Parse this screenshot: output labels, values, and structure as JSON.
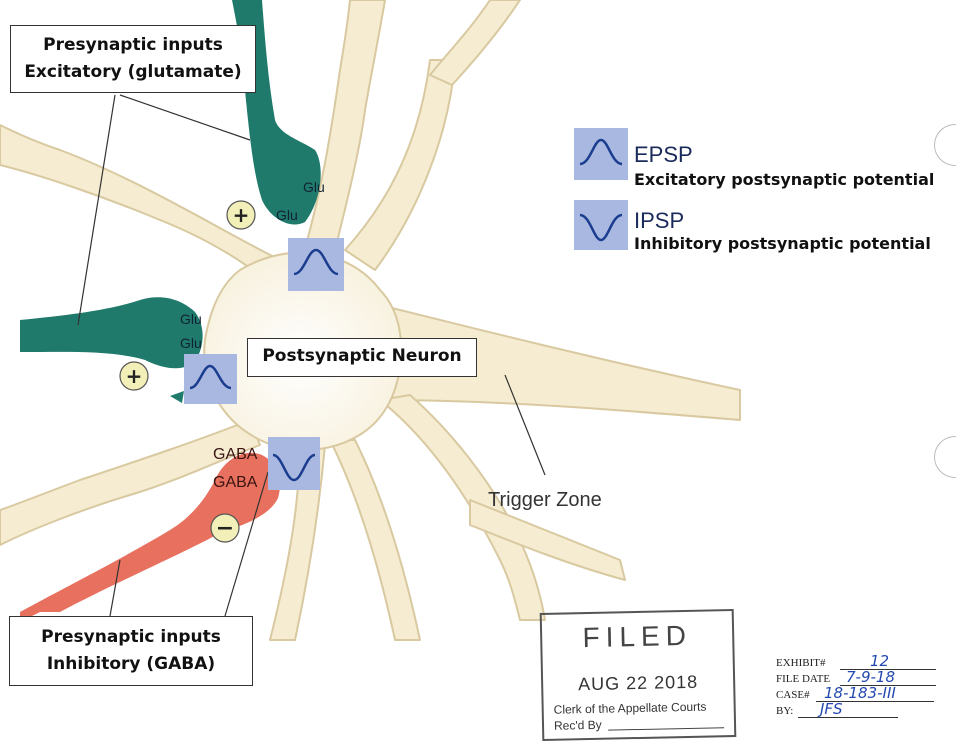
{
  "callouts": {
    "excitatory": {
      "line1": "Presynaptic inputs",
      "line2": "Excitatory (glutamate)"
    },
    "inhibitory": {
      "line1": "Presynaptic inputs",
      "line2": "Inhibitory (GABA)"
    },
    "neuron": "Postsynaptic Neuron"
  },
  "labels": {
    "glu_1": "Glu",
    "glu_2": "Glu",
    "glu_3": "Glu",
    "glu_4": "Glu",
    "gaba_1": "GABA",
    "gaba_2": "GABA",
    "trigger_zone": "Trigger Zone",
    "plus": "+",
    "minus": "−"
  },
  "legend": {
    "epsp": {
      "abbr": "EPSP",
      "description": "Excitatory postsynaptic potential"
    },
    "ipsp": {
      "abbr": "IPSP",
      "description": "Inhibitory postsynaptic potential"
    }
  },
  "stamp": {
    "filed": "FILED",
    "date": "AUG 22 2018",
    "clerk": "Clerk of the Appellate Courts",
    "recd": "Rec'd By"
  },
  "exhibit": {
    "exhibit_label": "EXHIBIT#",
    "exhibit_value": "12",
    "file_date_label": "FILE DATE",
    "file_date_value": "7-9-18",
    "case_label": "CASE#",
    "case_value": "18-183-III",
    "by_label": "BY:",
    "by_value": "JFS"
  },
  "colors": {
    "neuron_fill": "#f5ecd2",
    "neuron_edge": "#d9c9a0",
    "excitatory_terminal": "#1f7a6c",
    "inhibitory_terminal": "#e8705e",
    "badge_fill": "#f2f0b8",
    "wave_box": "#a9b8e0",
    "wave_line": "#1b3d8f"
  }
}
